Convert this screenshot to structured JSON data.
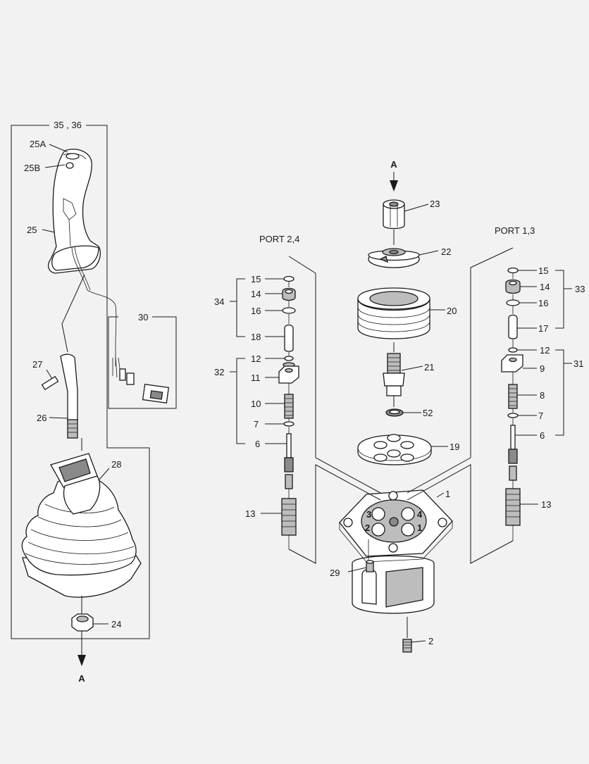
{
  "title_group": "35 , 36",
  "port_left": "PORT 2,4",
  "port_right": "PORT 1,3",
  "view_marker": "A",
  "port_numbers": [
    "1",
    "2",
    "3",
    "4"
  ],
  "callouts": {
    "p25A": "25A",
    "p25B": "25B",
    "p25": "25",
    "p30": "30",
    "p27": "27",
    "p26": "26",
    "p28": "28",
    "p24": "24",
    "p23": "23",
    "p22": "22",
    "p20": "20",
    "p21": "21",
    "p52": "52",
    "p19": "19",
    "p1": "1",
    "p29": "29",
    "p2": "2",
    "l15": "15",
    "l14": "14",
    "l16": "16",
    "l18": "18",
    "l34": "34",
    "l12": "12",
    "l11": "11",
    "l10": "10",
    "l7": "7",
    "l6": "6",
    "l32": "32",
    "l13": "13",
    "r15": "15",
    "r14": "14",
    "r16": "16",
    "r17": "17",
    "r33": "33",
    "r12": "12",
    "r9": "9",
    "r8": "8",
    "r7": "7",
    "r6": "6",
    "r31": "31",
    "r13": "13"
  }
}
